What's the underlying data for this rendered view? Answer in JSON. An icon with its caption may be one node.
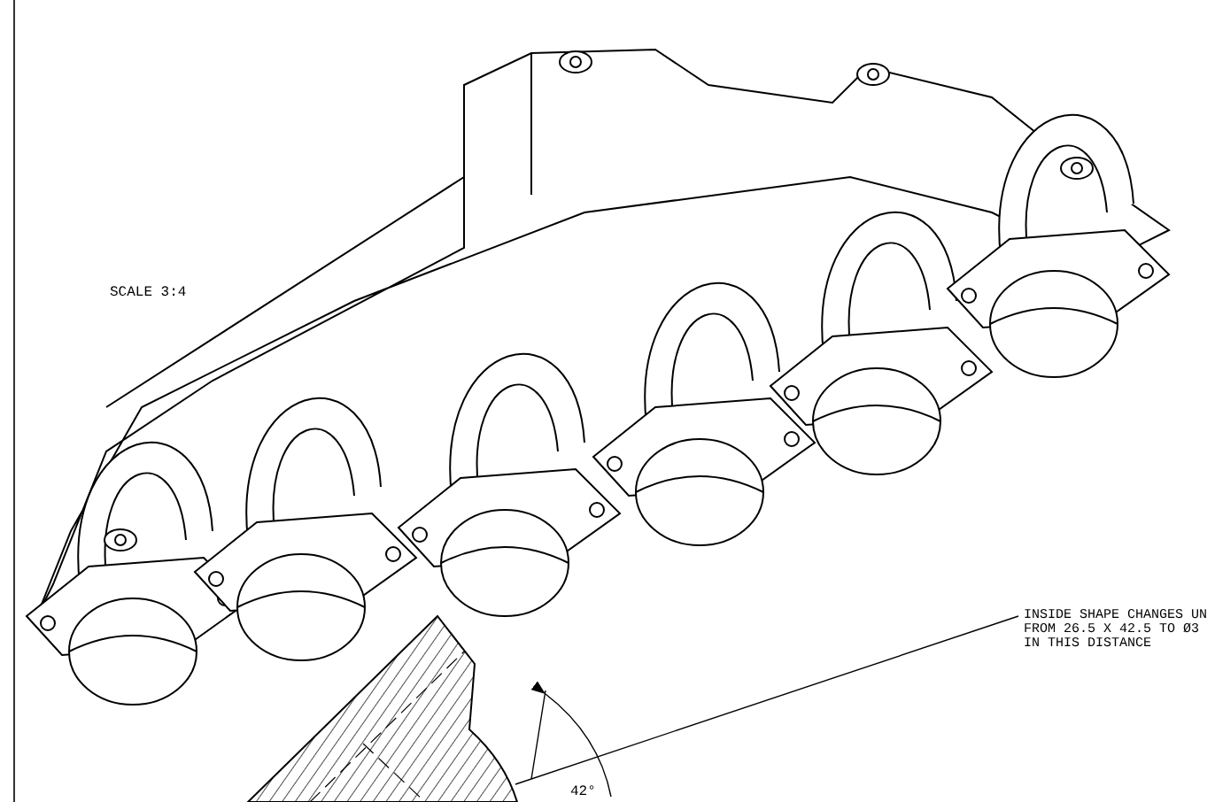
{
  "diagram": {
    "nodes": [
      {
        "text": [
          "INSIDE SHAPE CHANGES UN FROM 26.5 X 42.5 TO Ø3 IN THIS DISTANCE"
        ]
      },
      {
        "text": [],
        "shape": "picture"
      }
    ],
    "edges": [
      {
        "from": 0,
        "to": 1,
        "arrow": "none"
      }
    ],
    "labels": [
      "SCALE 3:4",
      "42°"
    ]
  }
}
